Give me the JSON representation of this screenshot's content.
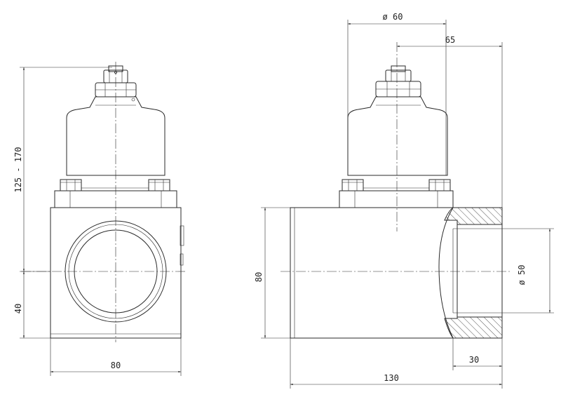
{
  "dimensions": {
    "height_range": "125 - 170",
    "bottom_to_center": "40",
    "width_front": "80",
    "diameter_top": "ø 60",
    "offset": "65",
    "height_side": "80",
    "bore_diameter": "ø 50",
    "thread_depth": "30",
    "length": "130"
  },
  "colors": {
    "line": "#2a2a2a",
    "background": "#ffffff"
  }
}
